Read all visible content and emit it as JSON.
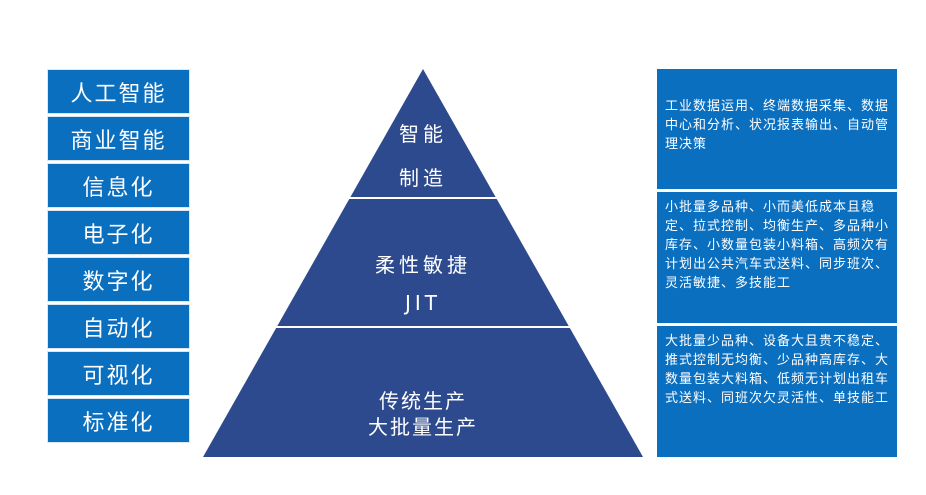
{
  "left_items": [
    "人工智能",
    "商业智能",
    "信息化",
    "电子化",
    "数字化",
    "自动化",
    "可视化",
    "标准化"
  ],
  "pyramid": {
    "top": {
      "line1": "智能",
      "line2": "制造"
    },
    "middle": {
      "line1": "柔性敏捷",
      "line2": "JIT"
    },
    "bottom": {
      "line1": "传统生产",
      "line2": "大批量生产"
    }
  },
  "right_texts": [
    "工业数据运用、终端数据采集、数据中心和分析、状况报表输出、自动管理决策",
    "小批量多品种、小而美低成本且稳定、拉式控制、均衡生产、多品种小库存、小数量包装小料箱、高频次有计划出公共汽车式送料、同步班次、灵活敏捷、多技能工",
    "大批量少品种、设备大且贵不稳定、推式控制无均衡、少品种高库存、大数量包装大料箱、低频无计划出租车式送料、同班次欠灵活性、单技能工"
  ],
  "colors": {
    "left_box": "#0b6fc0",
    "pyramid": "#2d4a8e",
    "divider": "#ffffff",
    "right_box": "#0b6fc0"
  }
}
